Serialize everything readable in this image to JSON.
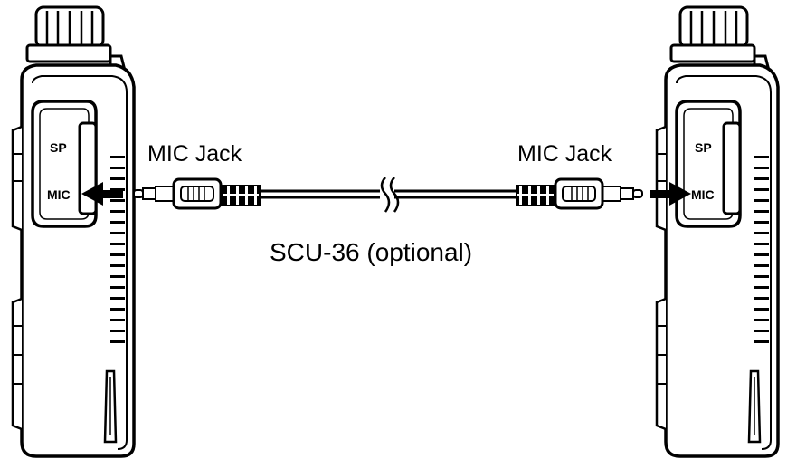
{
  "labels": {
    "left_jack": "MIC Jack",
    "right_jack": "MIC Jack",
    "cable": "SCU-36 (optional)"
  },
  "radio_left": {
    "sp": "SP",
    "mic": "MIC"
  },
  "radio_right": {
    "sp": "SP",
    "mic": "MIC"
  },
  "colors": {
    "line": "#000000",
    "background": "#ffffff"
  }
}
